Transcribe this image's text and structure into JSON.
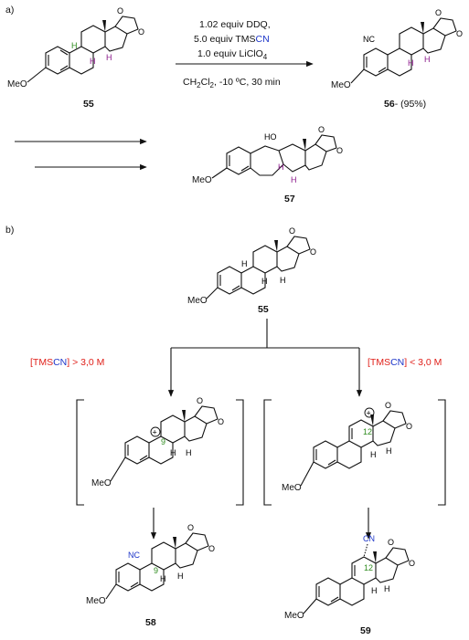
{
  "panels": {
    "a": "a)",
    "b": "b)"
  },
  "colors": {
    "black": "#111111",
    "purple": "#8B1A8B",
    "green": "#2E8B1E",
    "blue": "#1C35C8",
    "red": "#E0201A"
  },
  "scheme_a": {
    "reagents": {
      "line1": "1.02 equiv DDQ,",
      "line2_pre": "5.0 equiv TMS",
      "line2_cn": "CN",
      "line3_pre": "1.0 equiv LiClO",
      "line3_sub": "4"
    },
    "conditions": {
      "pre": "CH",
      "sub": "2",
      "mid": "Cl",
      "sub2": "2",
      "post": ", -10 ºC, 30 min"
    },
    "sm_label": "55",
    "product_label": "56",
    "product_yield": "- (95%)",
    "second_product_label": "57"
  },
  "scheme_b": {
    "sm_label": "55",
    "left_condition": {
      "pre": "[TMS",
      "cn": "CN",
      "post": "] > 3,0 M"
    },
    "right_condition": {
      "pre": "[TMS",
      "cn": "CN",
      "post": "] < 3,0 M"
    },
    "left_cation_locant": "9",
    "right_cation_locant": "12",
    "left_product_label": "58",
    "right_product_label": "59"
  },
  "atoms": {
    "meo": "MeO",
    "o": "O",
    "h": "H",
    "ho": "HO",
    "nc": "NC",
    "cn": "CN",
    "plus": "+"
  }
}
